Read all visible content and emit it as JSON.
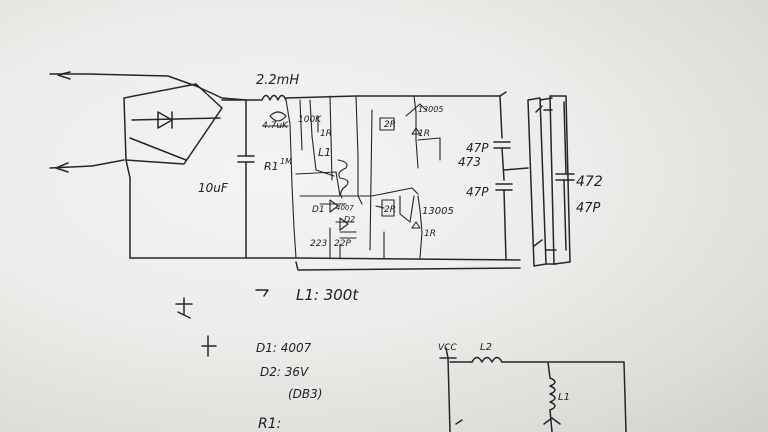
{
  "labels": {
    "main_inductor": "2.2mH",
    "tr1_top_label": "4.7uK",
    "r_100k": "100K",
    "r_1r_top": "1R",
    "transistor_top": "13005",
    "r_2r_top": "2R",
    "r_1r_mid": "1R",
    "r1": "R1",
    "r_1m": "1M",
    "l1_coil": "L1",
    "cap_10uf": "10uF",
    "d1": "D1",
    "d1_val": "4007",
    "d2": "D2",
    "c_223": "223",
    "c_22p": "22P",
    "r_2r_bot": "2R",
    "transistor_bot": "13005",
    "r_1r_bot": "1R",
    "c_47p_top": "47P",
    "c_473": "473",
    "c_47p_bot": "47P",
    "c_472": "472",
    "c_47p_right": "47P",
    "note_l1": "L1: 300t",
    "note_d1": "D1: 4007",
    "note_d2": "D2: 36V",
    "note_db3": "(DB3)",
    "note_r1": "R1:",
    "sub_vcc": "VCC",
    "sub_l2": "L2",
    "sub_l1": "L1"
  }
}
